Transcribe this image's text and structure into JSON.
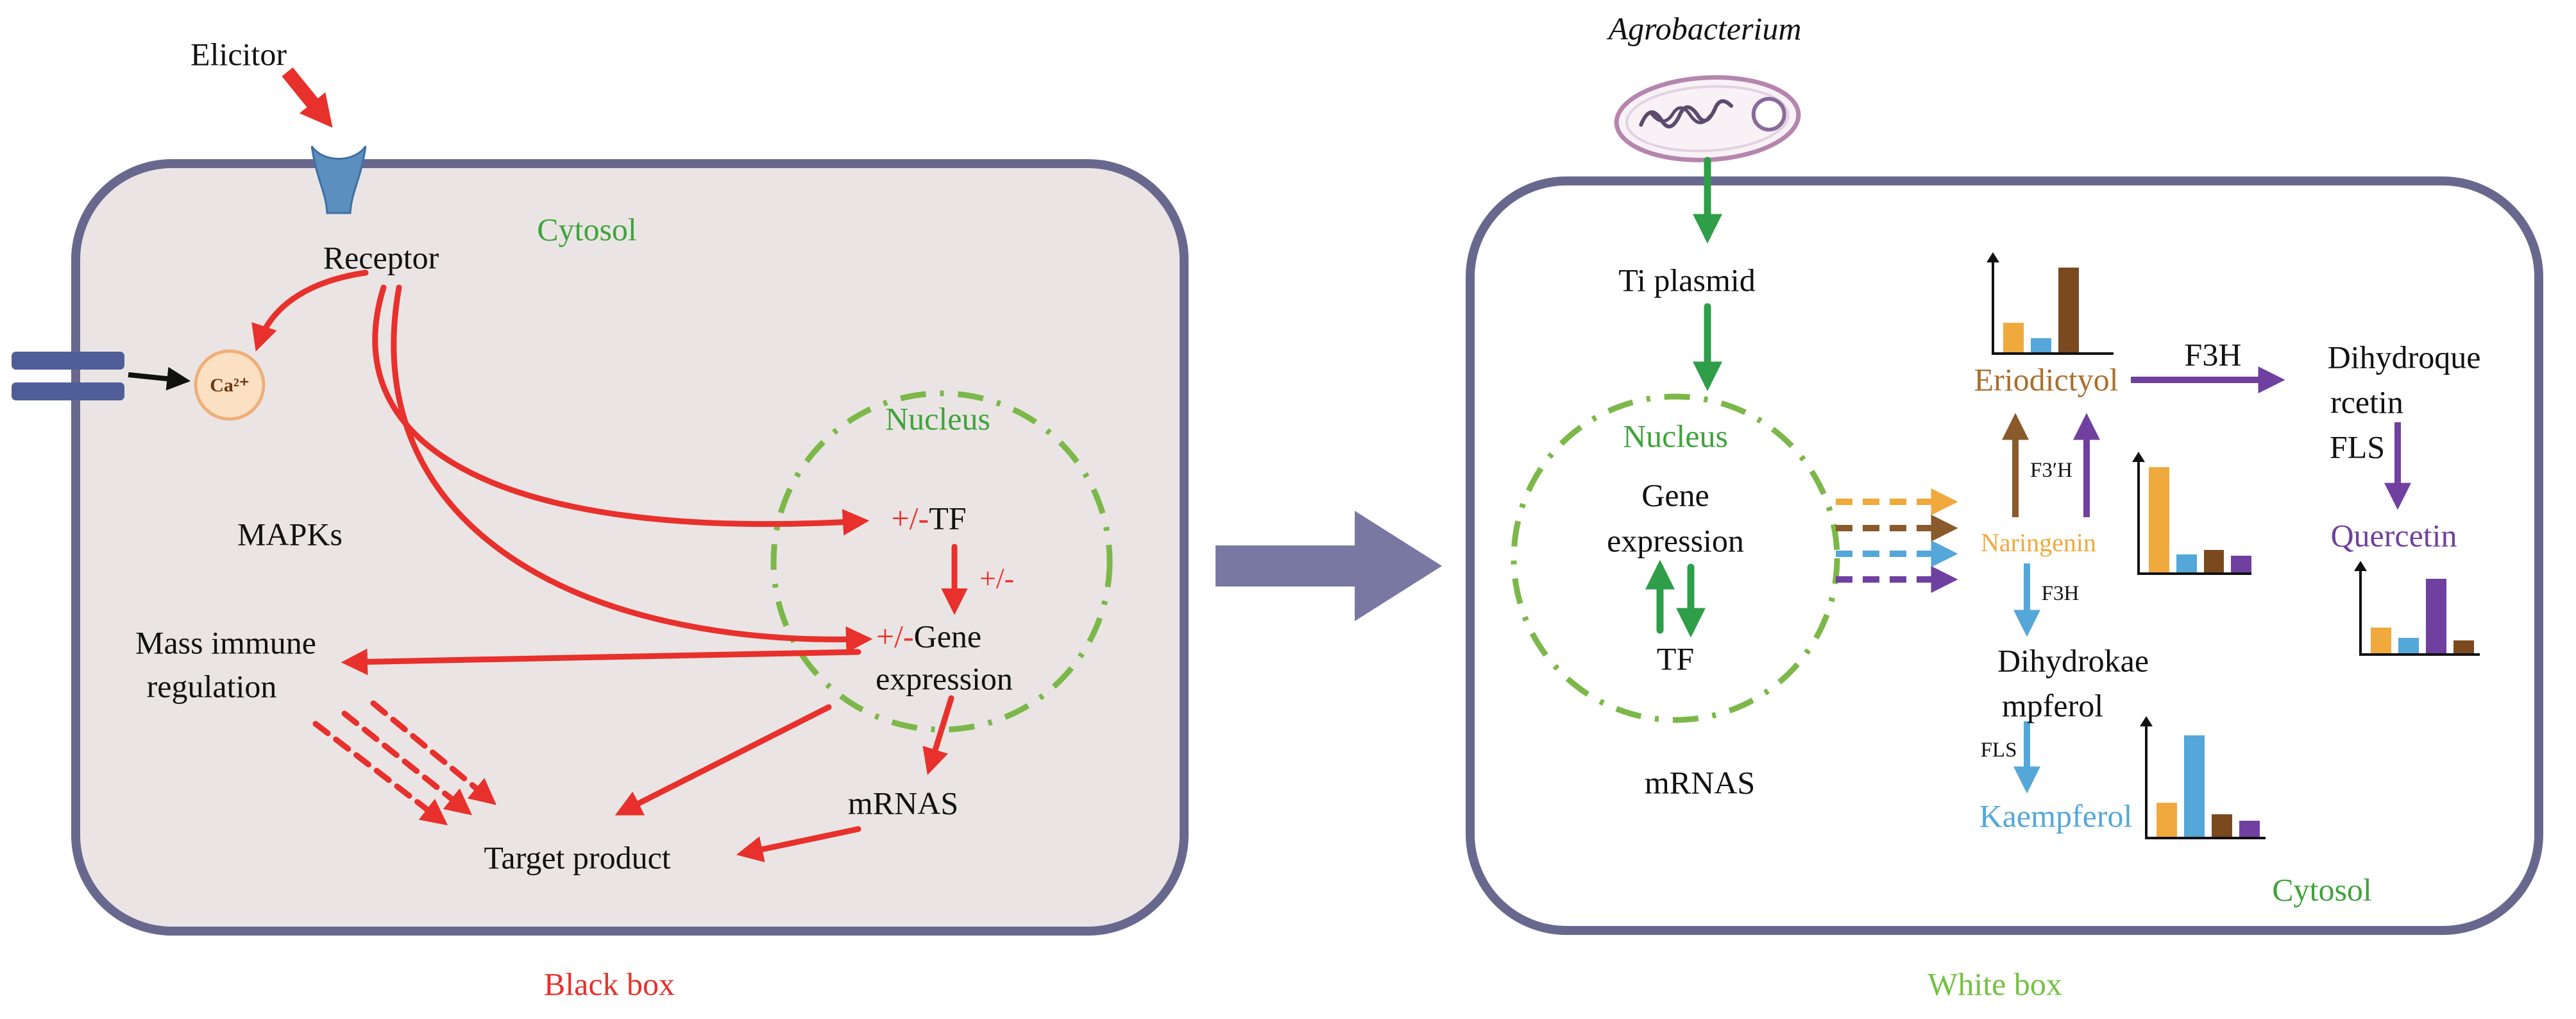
{
  "left_cell": {
    "elicitor_label": "Elicitor",
    "receptor_label": "Receptor",
    "cytosol_label": "Cytosol",
    "calcium_label": "Ca²⁺",
    "mapks_label": "MAPKs",
    "nucleus_label": "Nucleus",
    "tf_sign": "+/-",
    "tf_label": "TF",
    "arrow_sign": "+/-",
    "gene_sign": "+/-",
    "gene_label": "Gene",
    "expression_label": "expression",
    "mass_immune_line1": "Mass immune",
    "mass_immune_line2": "regulation",
    "mrnas_label": "mRNAS",
    "target_product_label": "Target product",
    "box_label": "Black box"
  },
  "right_cell": {
    "agrobacterium_label": "Agrobacterium",
    "ti_plasmid_label": "Ti plasmid",
    "nucleus_label": "Nucleus",
    "gene_label": "Gene",
    "expression_label": "expression",
    "tf_label": "TF",
    "mrnas_label": "mRNAS",
    "eriodictyol_label": "Eriodictyol",
    "f3h_top_label": "F3H",
    "dihydroquercetin_line1": "Dihydroque",
    "dihydroquercetin_line2": "rcetin",
    "fls_right_label": "FLS",
    "quercetin_label": "Quercetin",
    "f3prime_h_label": "F3′H",
    "naringenin_label": "Naringenin",
    "f3h_mid_label": "F3H",
    "dihydrokaempferol_line1": "Dihydrokae",
    "dihydrokaempferol_line2": "mpferol",
    "fls_left_label": "FLS",
    "kaempferol_label": "Kaempferol",
    "cytosol_label": "Cytosol",
    "box_label": "White box"
  },
  "colors": {
    "cell_border": "#68688f",
    "left_cell_fill": "#eae5e4",
    "right_cell_fill": "#ffffff",
    "red": "#e8302c",
    "green_arrow": "#2f9e48",
    "text_green": "#3fa33c",
    "light_green": "#74c044",
    "orange": "#f0a93c",
    "brown": "#8a5a2b",
    "dark_brown": "#7a4a1e",
    "blue": "#54a7d8",
    "purple": "#7040a0",
    "big_arrow": "#7878a3",
    "nucleus_dash_green": "#7cb849"
  },
  "mini_charts": [
    {
      "name": "eriodictyol-level-chart",
      "bars": [
        {
          "color": "#f0a93c",
          "h": 0.32
        },
        {
          "color": "#54a7d8",
          "h": 0.15
        },
        {
          "color": "#7a4a1e",
          "h": 0.92
        }
      ]
    },
    {
      "name": "naringenin-level-chart",
      "bars": [
        {
          "color": "#f0a93c",
          "h": 0.93
        },
        {
          "color": "#54a7d8",
          "h": 0.16
        },
        {
          "color": "#7a4a1e",
          "h": 0.2
        },
        {
          "color": "#7040a0",
          "h": 0.15
        }
      ]
    },
    {
      "name": "quercetin-level-chart",
      "bars": [
        {
          "color": "#f0a93c",
          "h": 0.3
        },
        {
          "color": "#54a7d8",
          "h": 0.18
        },
        {
          "color": "#7040a0",
          "h": 0.88
        },
        {
          "color": "#7a4a1e",
          "h": 0.15
        }
      ]
    },
    {
      "name": "kaempferol-level-chart",
      "bars": [
        {
          "color": "#f0a93c",
          "h": 0.3
        },
        {
          "color": "#54a7d8",
          "h": 0.9
        },
        {
          "color": "#7a4a1e",
          "h": 0.2
        },
        {
          "color": "#7040a0",
          "h": 0.14
        }
      ]
    }
  ]
}
